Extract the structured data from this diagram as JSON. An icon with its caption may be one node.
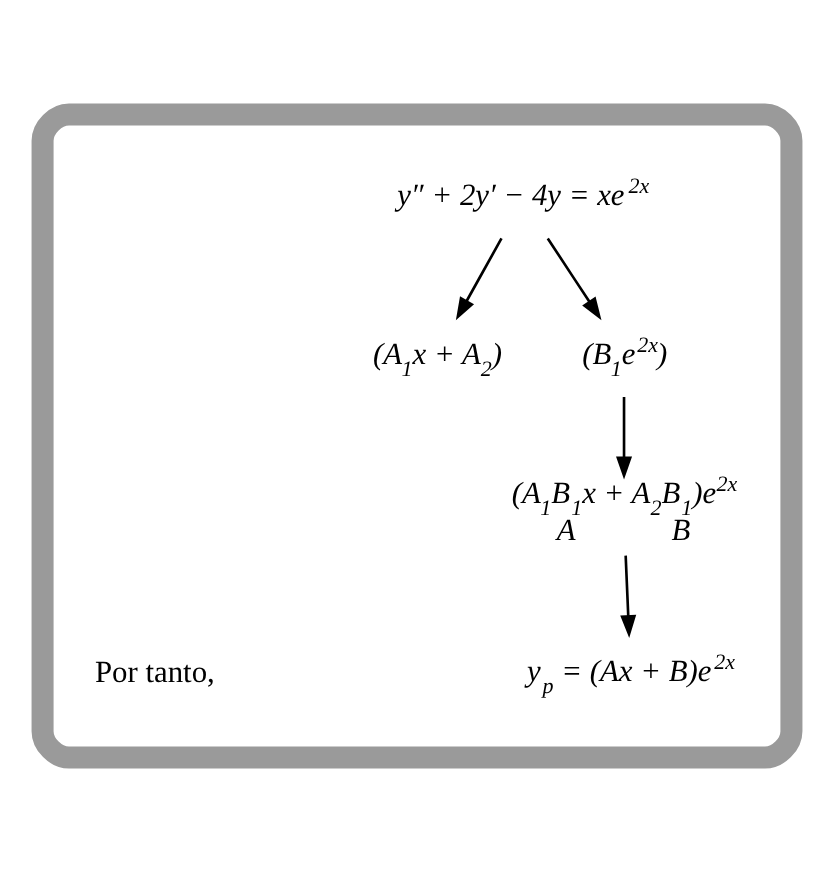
{
  "diagram": {
    "nodes": [
      {
        "text": [],
        "shape": "box"
      },
      {
        "text": [
          "y″ + 2y′ − 4y = xe$^{2x}$"
        ],
        "in": 0
      },
      {
        "text": [
          "(A$_{1}$x + A$_{2}$)"
        ],
        "in": 0
      },
      {
        "text": [
          "(B$_{1}$e$^{2x}$)"
        ],
        "in": 0
      },
      {
        "text": [
          "(A$_{1}$B$_{1}$x + A$_{2}$B$_{1}$)e$^{2x}$",
          "A",
          "B"
        ],
        "in": 0
      },
      {
        "text": [
          "y$_{p}$ = (Ax + B)e$^{2x}$"
        ],
        "in": 0
      }
    ],
    "edges": [
      {
        "from": 1,
        "to": 2,
        "arrow": "to"
      },
      {
        "from": 1,
        "to": 3,
        "arrow": "to"
      },
      {
        "from": 3,
        "to": 4,
        "arrow": "to"
      },
      {
        "from": 4,
        "to": 5,
        "arrow": "to"
      }
    ],
    "labels": [
      "Por tanto,"
    ]
  }
}
